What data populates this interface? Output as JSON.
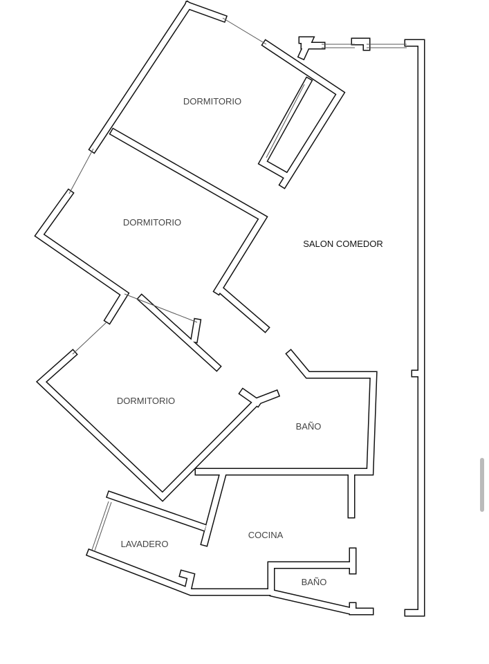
{
  "floor_plan": {
    "rooms": [
      {
        "id": "dormitorio-1",
        "label": "DORMITORIO"
      },
      {
        "id": "dormitorio-2",
        "label": "DORMITORIO"
      },
      {
        "id": "dormitorio-3",
        "label": "DORMITORIO"
      },
      {
        "id": "salon-comedor",
        "label": "SALON COMEDOR"
      },
      {
        "id": "bano-1",
        "label": "BAÑO"
      },
      {
        "id": "cocina",
        "label": "COCINA"
      },
      {
        "id": "lavadero",
        "label": "LAVADERO"
      },
      {
        "id": "bano-2",
        "label": "BAÑO"
      }
    ]
  },
  "colors": {
    "wall": "#111111",
    "background": "#ffffff",
    "scrollbar": "#bbbbbb"
  }
}
